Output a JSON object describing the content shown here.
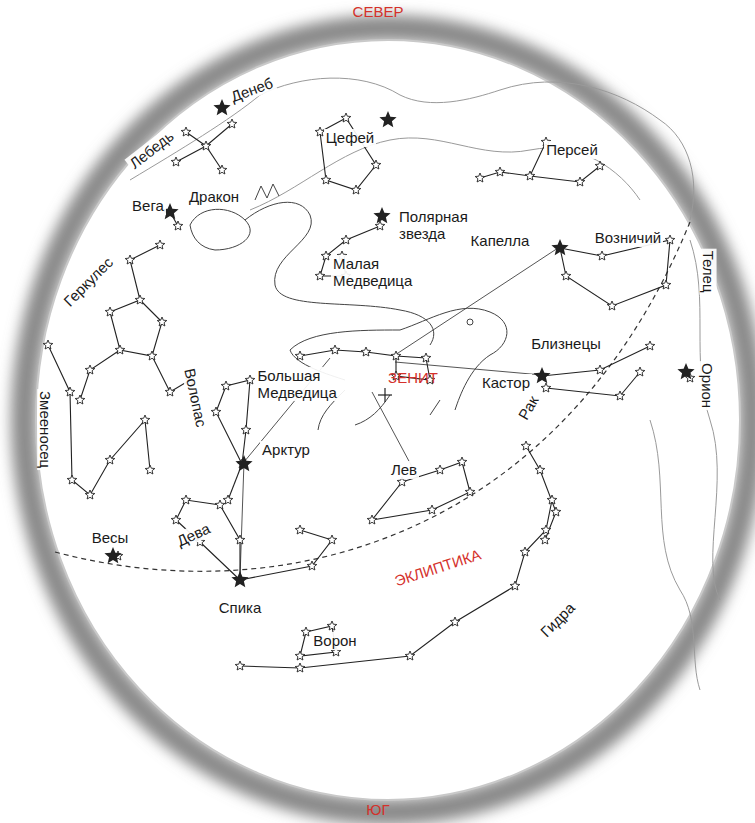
{
  "diagram": {
    "labels": [
      "СЕВЕР",
      "Цефей",
      "Денеб",
      "Лебедь",
      "Персей",
      "Вега",
      "Дракон",
      "Полярная звезда",
      "Капелла",
      "Возничий",
      "Малая Медведица",
      "Геркулес",
      "Телец",
      "Близнецы",
      "Орион",
      "Большая Медведица",
      "ЗЕНИТ",
      "Кастор",
      "Змееносец",
      "Волопас",
      "Рак",
      "Арктур",
      "Лев",
      "Весы",
      "Дева",
      "ЭКЛИПТИКА",
      "Спика",
      "Гидра",
      "Ворон",
      "ЮГ"
    ]
  }
}
